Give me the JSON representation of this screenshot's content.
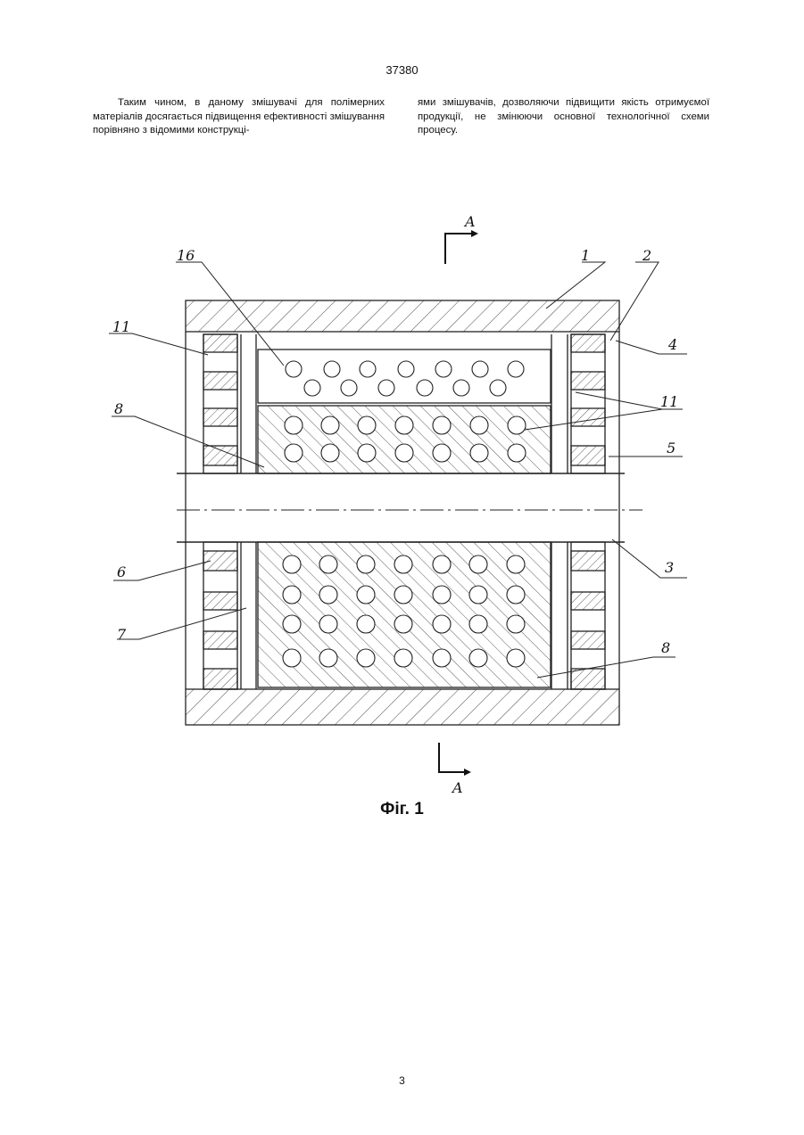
{
  "header": {
    "page_number": "37380"
  },
  "text": {
    "left_column": "Таким чином, в даному змішувачі для полімерних матеріалів досягається підвищення ефективності змішування порівняно з відомими конструкці-",
    "right_column": "ями змішувачів, дозволяючи підвищити якість отримуємої продукції, не змінюючи основної технологічної схеми процесу."
  },
  "figure": {
    "caption": "Фіг. 1",
    "section_label_top": "A",
    "section_label_bottom": "A",
    "callouts": [
      "16",
      "1",
      "2",
      "11",
      "4",
      "8",
      "11",
      "5",
      "6",
      "3",
      "7",
      "8"
    ]
  },
  "footer": {
    "page_number": "3"
  }
}
